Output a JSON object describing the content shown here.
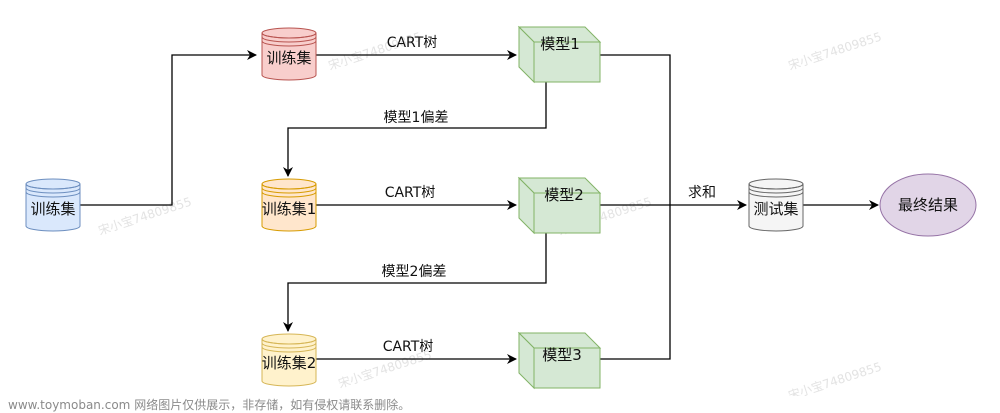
{
  "nodes": {
    "train_main": "训练集",
    "train_a": "训练集",
    "train_b": "训练集1",
    "train_c": "训练集2",
    "model_1": "模型1",
    "model_2": "模型2",
    "model_3": "模型3",
    "test_set": "测试集",
    "final_result": "最终结果"
  },
  "edges": {
    "cart_1": "CART树",
    "cart_2": "CART树",
    "cart_3": "CART树",
    "residual_1": "模型1偏差",
    "residual_2": "模型2偏差",
    "sum": "求和"
  },
  "watermarks": [
    "宋小宝74809855",
    "宋小宝74809855",
    "宋小宝74809855",
    "宋小宝74809855",
    "宋小宝74809855",
    "宋小宝74809855"
  ],
  "footer": {
    "site": "www.toymoban.com",
    "note": "网络图片仅供展示，非存储，如有侵权请联系删除。"
  },
  "colors": {
    "red_fill": "#f8cecc",
    "red_stroke": "#b85450",
    "blue_fill": "#dae8fc",
    "blue_stroke": "#6c8ebf",
    "orange_fill": "#ffe6cc",
    "orange_stroke": "#d79b00",
    "yellow_fill": "#fff2cc",
    "yellow_stroke": "#d6b656",
    "green_fill": "#d5e8d4",
    "green_stroke": "#82b366",
    "gray_fill": "#f5f5f5",
    "gray_stroke": "#666666",
    "purple_fill": "#e1d5e7",
    "purple_stroke": "#9673a6"
  }
}
